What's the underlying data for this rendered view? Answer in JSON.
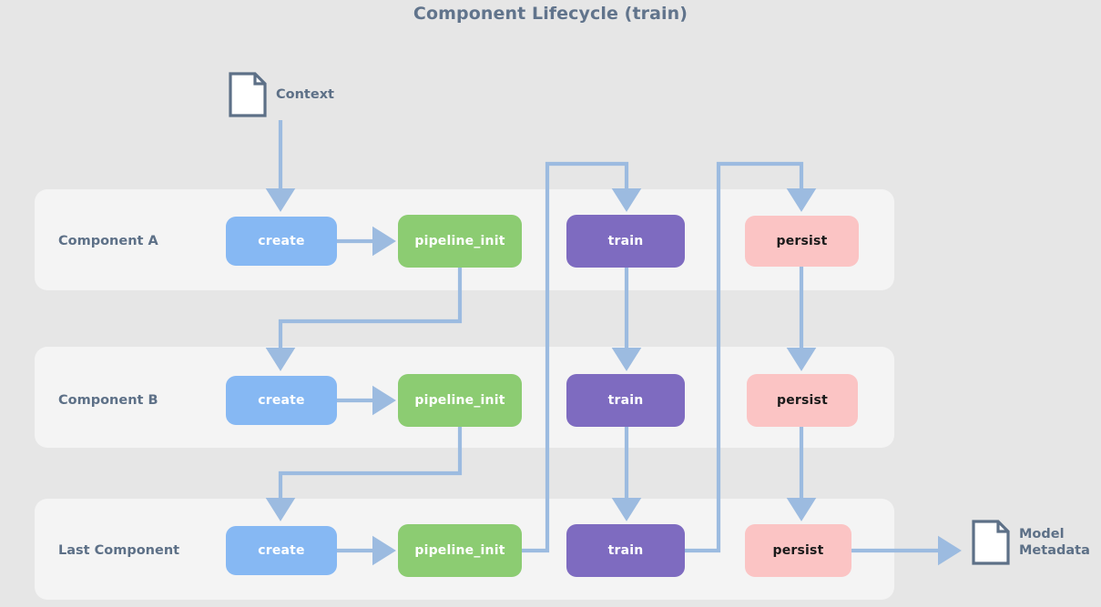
{
  "title": "Component Lifecycle (train)",
  "colors": {
    "background": "#e6e6e6",
    "band": "#f4f4f4",
    "title_text": "#61748c",
    "label_text": "#5d7087",
    "create": "#86b8f3",
    "pipeline_init": "#8ccc72",
    "train": "#7e6bc0",
    "persist": "#fbc4c4",
    "arrow": "#9cbbe0",
    "doc_outline": "#5d7087",
    "doc_fill": "#ffffff"
  },
  "input_node": {
    "label": "Context",
    "icon": "document-icon"
  },
  "output_node": {
    "label": "Model\nMetadata",
    "icon": "document-icon"
  },
  "rows": [
    {
      "id": "component-a",
      "label": "Component A",
      "steps": [
        {
          "id": "create",
          "label": "create"
        },
        {
          "id": "pipeline-init",
          "label": "pipeline_init"
        },
        {
          "id": "train",
          "label": "train"
        },
        {
          "id": "persist",
          "label": "persist"
        }
      ]
    },
    {
      "id": "component-b",
      "label": "Component B",
      "steps": [
        {
          "id": "create",
          "label": "create"
        },
        {
          "id": "pipeline-init",
          "label": "pipeline_init"
        },
        {
          "id": "train",
          "label": "train"
        },
        {
          "id": "persist",
          "label": "persist"
        }
      ]
    },
    {
      "id": "last-component",
      "label": "Last Component",
      "steps": [
        {
          "id": "create",
          "label": "create"
        },
        {
          "id": "pipeline-init",
          "label": "pipeline_init"
        },
        {
          "id": "train",
          "label": "train"
        },
        {
          "id": "persist",
          "label": "persist"
        }
      ]
    }
  ],
  "flow_description": {
    "context_to_first_create": "Context feeds create of Component A",
    "create_to_pipeline_init": "create -> pipeline_init within each row",
    "pipeline_init_to_next_create": "pipeline_init routes down and left into the next row's create",
    "last_pipeline_init_to_first_train": "Last Component pipeline_init loops up to Component A train",
    "train_chain": "train cascades down through all rows",
    "last_train_to_first_persist": "Last Component train loops up to Component A persist",
    "persist_chain": "persist cascades down through all rows",
    "last_persist_to_output": "Last Component persist -> Model Metadata"
  }
}
